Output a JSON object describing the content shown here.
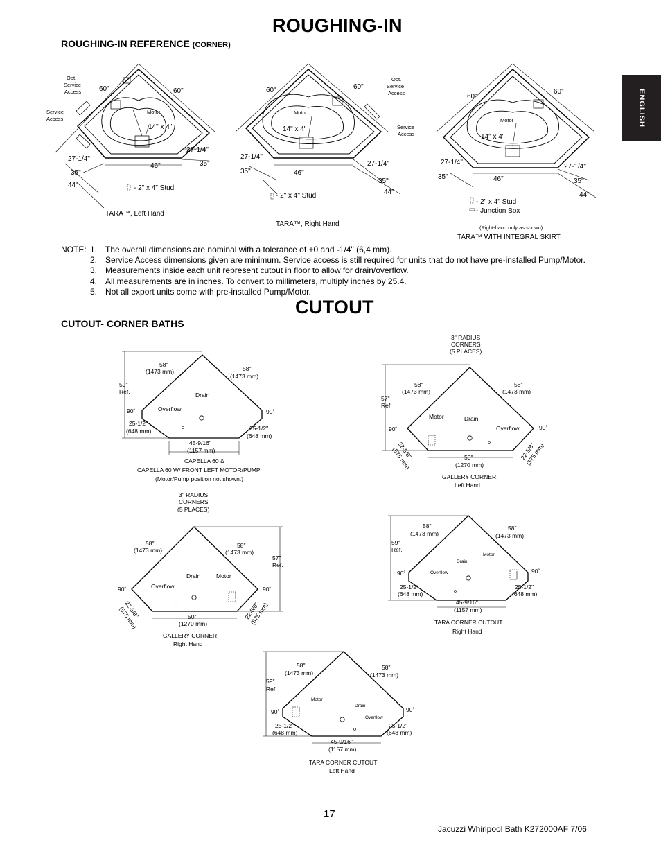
{
  "page": {
    "title": "ROUGHING-IN",
    "section_title": "ROUGHING-IN REFERENCE",
    "section_suffix": "(CORNER)",
    "tab_label": "ENGLISH",
    "page_number": "17",
    "footer": "Jacuzzi Whirlpool Bath   K272000AF  7/06"
  },
  "rough": {
    "d60": "60\"",
    "d14x4": "14\" x 4\"",
    "d27": "27-1/4\"",
    "d35": "35\"",
    "d44": "44\"",
    "d46": "46\"",
    "motor": "Motor",
    "opt": "Opt.",
    "service": "Service",
    "access": "Access",
    "stud_left": "- 2\" x 4\" Stud",
    "stud_right": "- 2\" x 4\" Stud",
    "stud_skirt": "- 2\" x 4\" Stud",
    "junction": "- Junction Box",
    "caption_left": "TARA™, Left Hand",
    "caption_right": "TARA™, Right Hand",
    "caption_skirt": "TARA™ WITH INTEGRAL SKIRT",
    "skirt_note": "(Right-hand only as shown)"
  },
  "notes": {
    "lead": "NOTE:",
    "items": [
      {
        "n": "1.",
        "t": "The overall dimensions are nominal with a tolerance of +0 and -1/4\" (6,4 mm)."
      },
      {
        "n": "2.",
        "t": "Service Access dimensions given are minimum. Service access is still required for units that do not have pre-installed Pump/Motor."
      },
      {
        "n": "3.",
        "t": "Measurements inside each unit represent cutout in floor to allow for drain/overflow."
      },
      {
        "n": "4.",
        "t": "All measurements are in inches.  To convert to millimeters, multiply inches by 25.4."
      },
      {
        "n": "5.",
        "t": "Not all export units come with pre-installed Pump/Motor."
      }
    ]
  },
  "cutout": {
    "title": "CUTOUT",
    "section_title": "CUTOUT- CORNER BATHS",
    "d58": "58\"",
    "mm1473": "(1473 mm)",
    "d59ref": "59\"",
    "d57ref": "57\"",
    "ref": "Ref.",
    "d25": "25-1/2\"",
    "mm648": "(648 mm)",
    "d45": "45-9/16\"",
    "mm1157": "(1157 mm)",
    "d50": "50\"",
    "mm1270": "(1270 mm)",
    "d22": "22-5/8\"",
    "mm575": "(575 mm)",
    "deg90": "90˚",
    "drain": "Drain",
    "overflow": "Overflow",
    "motor": "Motor",
    "radius1": "3\" RADIUS",
    "radius2": "CORNERS",
    "radius3": "(5 PLACES)",
    "cap_capella_1": "CAPELLA 60 &",
    "cap_capella_2": "CAPELLA 60 W/ FRONT LEFT MOTOR/PUMP",
    "cap_capella_3": "(Motor/Pump position not shown.)",
    "cap_gallery_left_1": "GALLERY CORNER,",
    "cap_gallery_left_2": "Left Hand",
    "cap_gallery_right_1": "GALLERY CORNER,",
    "cap_gallery_right_2": "Right Hand",
    "cap_tara_right_1": "TARA CORNER CUTOUT",
    "cap_tara_right_2": "Right Hand",
    "cap_tara_left_1": "TARA CORNER CUTOUT",
    "cap_tara_left_2": "Left Hand"
  }
}
